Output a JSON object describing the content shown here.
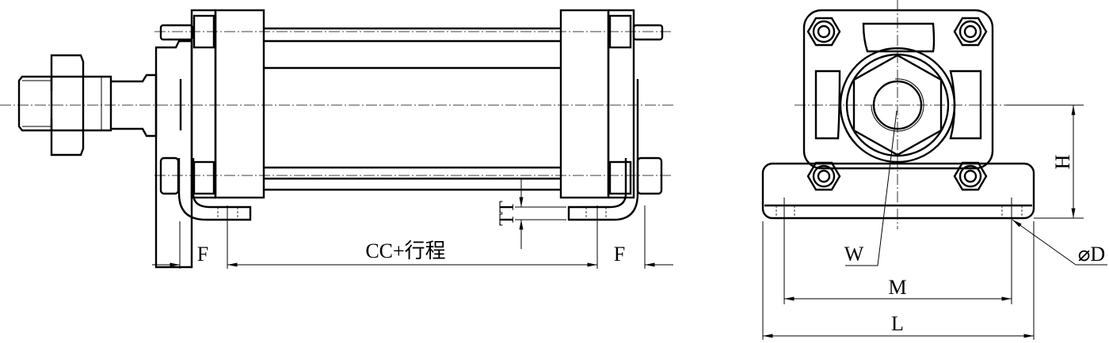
{
  "drawing": {
    "side_view": {
      "dim_f_left": "F",
      "dim_cc_stroke": "CC+行程",
      "dim_f_right": "F",
      "dim_tt": "TT"
    },
    "end_view": {
      "dim_h": "H",
      "dim_w": "W",
      "dim_d": "⌀D",
      "dim_m": "M",
      "dim_l": "L"
    }
  }
}
